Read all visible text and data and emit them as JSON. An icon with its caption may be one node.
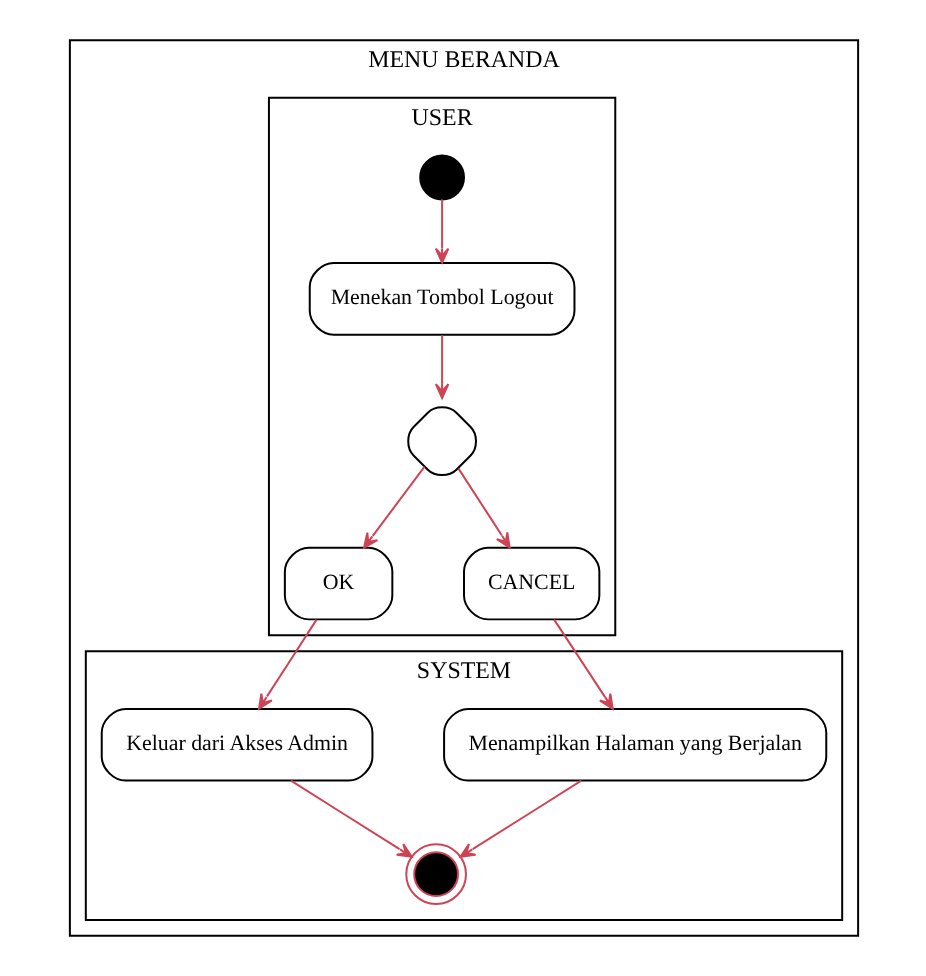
{
  "diagram": {
    "nodes": [
      {
        "text": [
          "MENU BERANDA"
        ]
      },
      {
        "text": [
          "USER"
        ],
        "in": 0
      },
      {
        "text": [
          "SYSTEM"
        ],
        "in": 0
      },
      {
        "text": [],
        "shape": "circle",
        "in": 1
      },
      {
        "text": [
          "Menekan Tombol Logout"
        ],
        "in": 1
      },
      {
        "text": [],
        "shape": "diamond",
        "in": 1
      },
      {
        "text": [
          "OK"
        ],
        "in": 1
      },
      {
        "text": [
          "CANCEL"
        ],
        "in": 1
      },
      {
        "text": [
          "Menampilkan Halaman yang Berjalan"
        ],
        "in": 2
      },
      {
        "text": [
          "Keluar dari Akses Admin"
        ],
        "in": 2
      },
      {
        "text": [],
        "shape": "circle",
        "in": 2
      }
    ],
    "edges": [
      {
        "from": 3,
        "to": 4,
        "arrow": "to"
      },
      {
        "from": 4,
        "to": 5,
        "arrow": "to"
      },
      {
        "from": 5,
        "to": 6,
        "arrow": "to"
      },
      {
        "from": 5,
        "to": 7,
        "arrow": "to"
      },
      {
        "from": 7,
        "to": 8,
        "arrow": "to"
      },
      {
        "from": 6,
        "to": 9,
        "arrow": "to"
      },
      {
        "from": 9,
        "to": 10,
        "arrow": "to"
      },
      {
        "from": 8,
        "to": 10,
        "arrow": "to"
      }
    ]
  }
}
